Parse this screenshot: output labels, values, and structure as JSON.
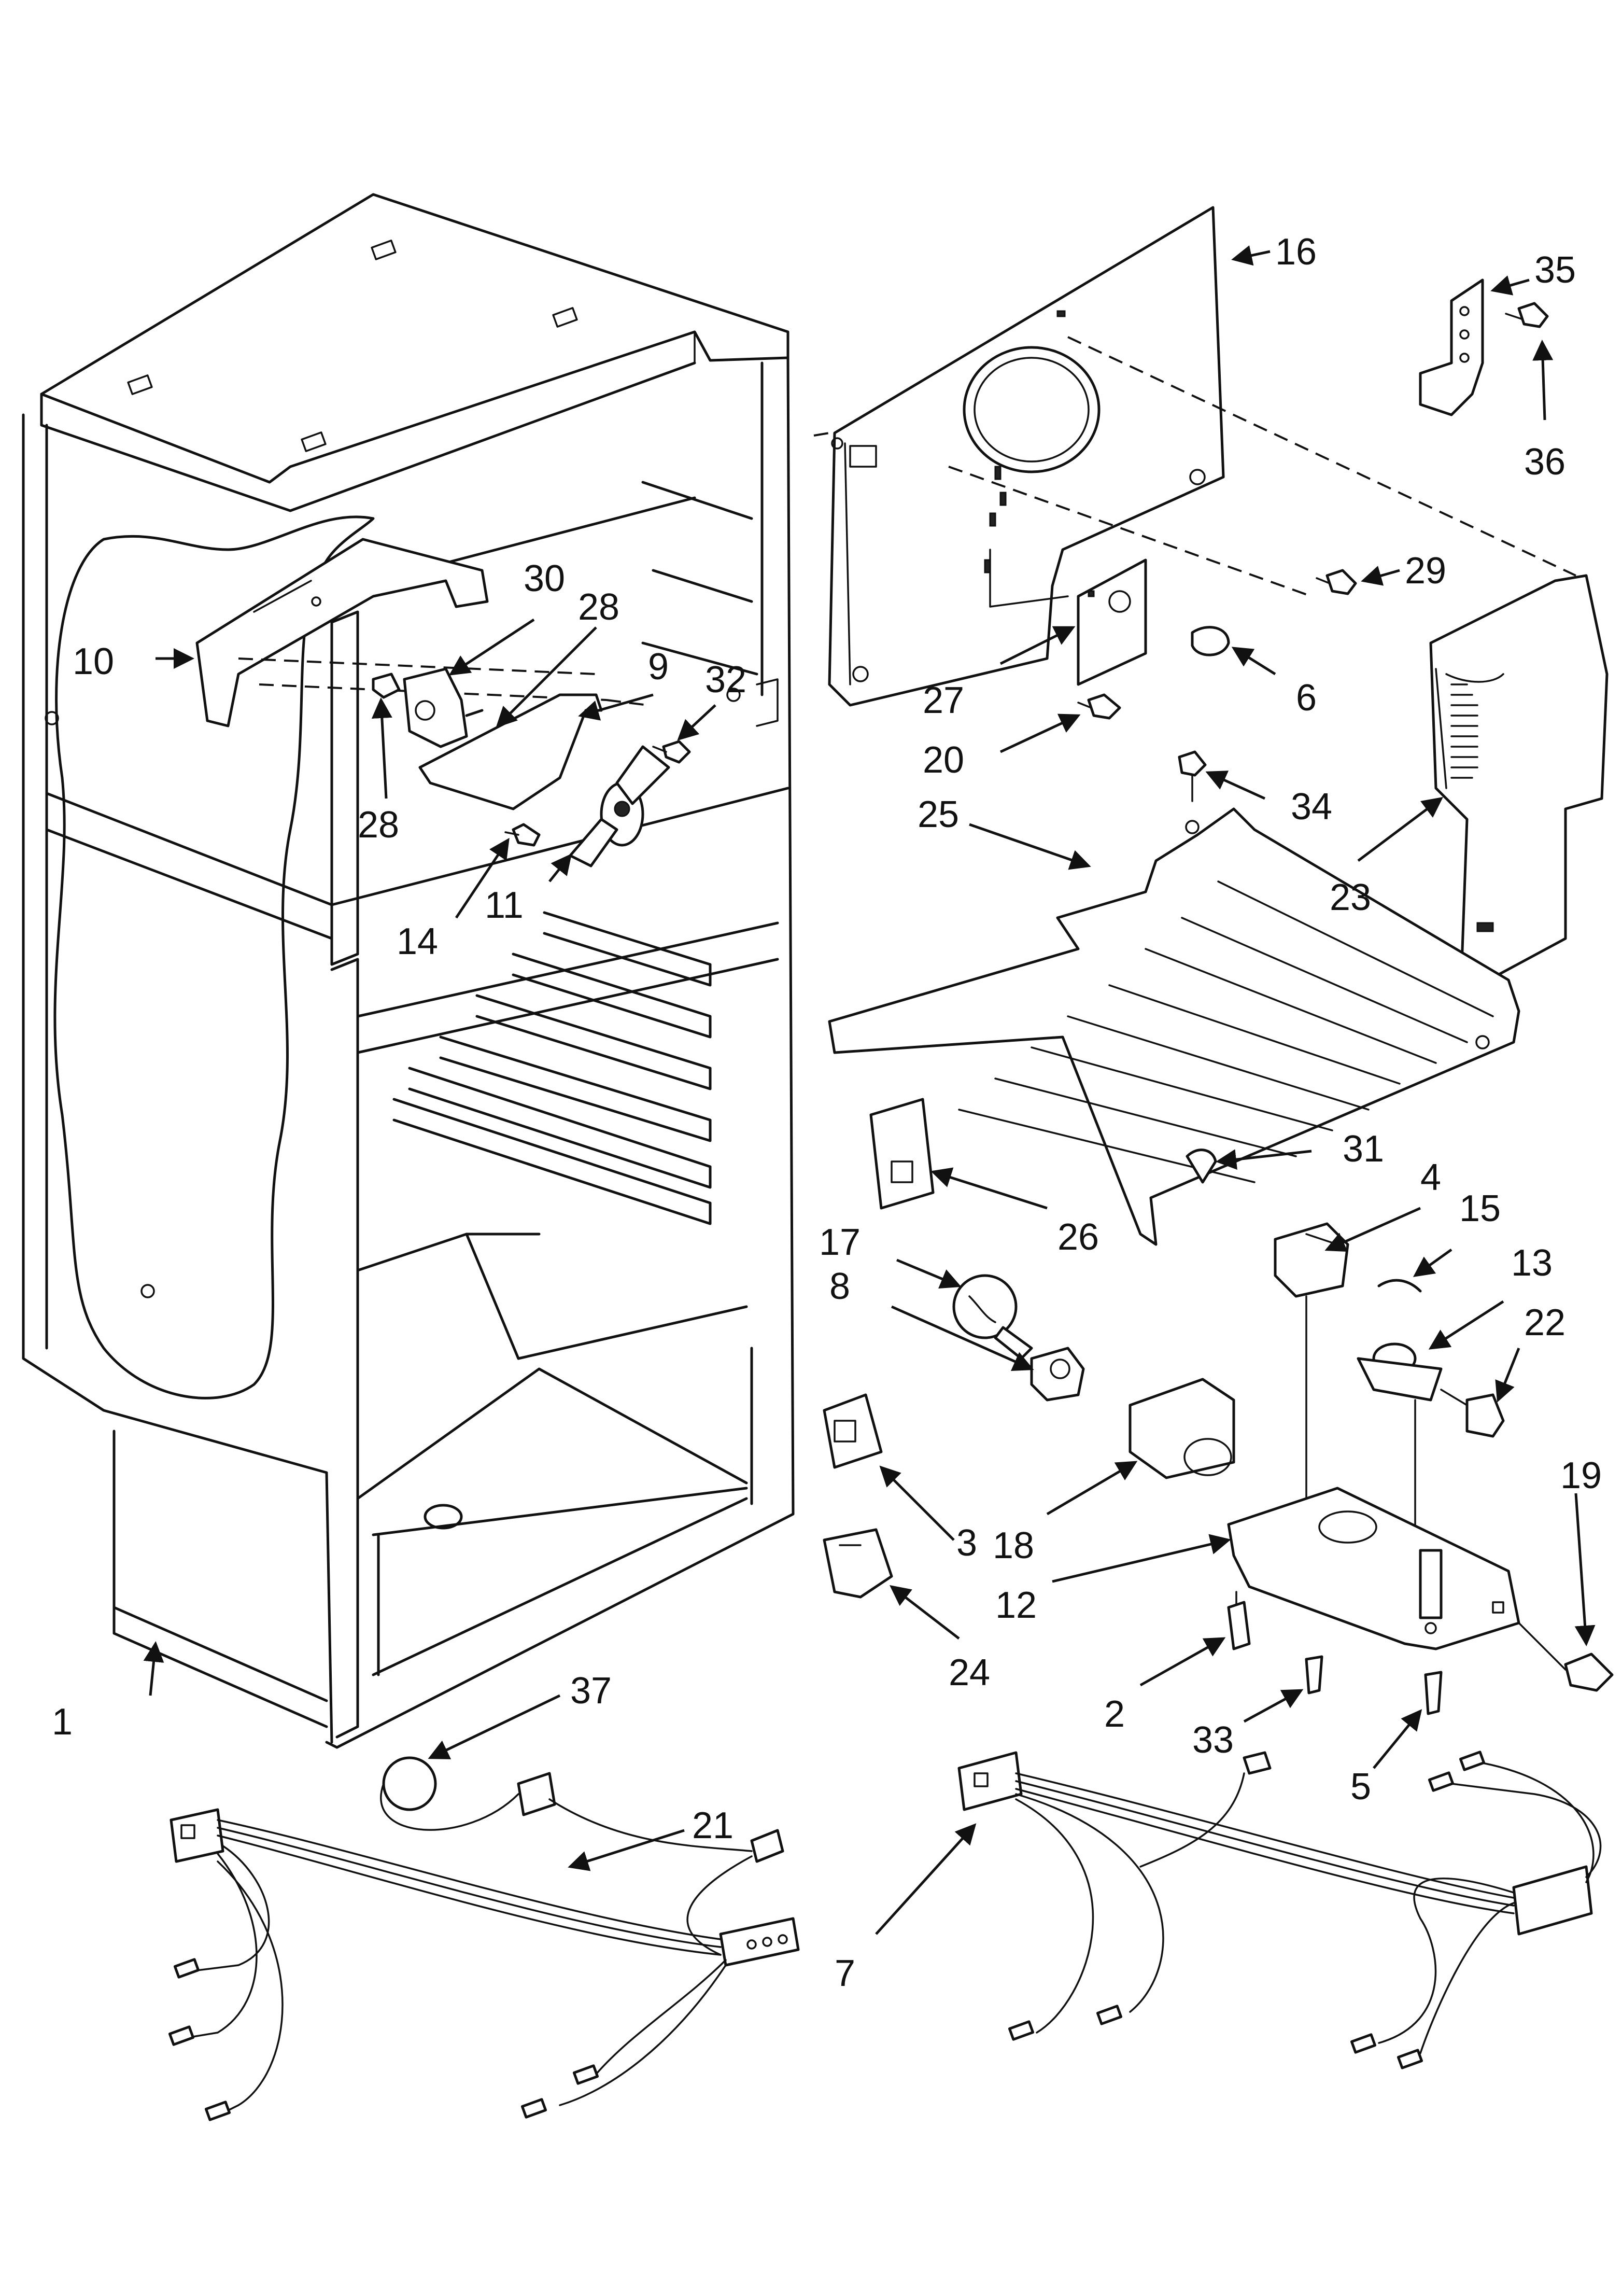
{
  "diagram": {
    "callouts": [
      {
        "id": "1",
        "text": "1"
      },
      {
        "id": "2",
        "text": "2"
      },
      {
        "id": "3",
        "text": "3"
      },
      {
        "id": "4",
        "text": "4"
      },
      {
        "id": "5",
        "text": "5"
      },
      {
        "id": "6",
        "text": "6"
      },
      {
        "id": "7",
        "text": "7"
      },
      {
        "id": "8",
        "text": "8"
      },
      {
        "id": "9",
        "text": "9"
      },
      {
        "id": "10",
        "text": "10"
      },
      {
        "id": "11",
        "text": "11"
      },
      {
        "id": "12",
        "text": "12"
      },
      {
        "id": "13",
        "text": "13"
      },
      {
        "id": "14",
        "text": "14"
      },
      {
        "id": "15",
        "text": "15"
      },
      {
        "id": "16",
        "text": "16"
      },
      {
        "id": "17",
        "text": "17"
      },
      {
        "id": "18",
        "text": "18"
      },
      {
        "id": "19",
        "text": "19"
      },
      {
        "id": "20",
        "text": "20"
      },
      {
        "id": "21",
        "text": "21"
      },
      {
        "id": "22",
        "text": "22"
      },
      {
        "id": "23",
        "text": "23"
      },
      {
        "id": "24",
        "text": "24"
      },
      {
        "id": "25",
        "text": "25"
      },
      {
        "id": "26",
        "text": "26"
      },
      {
        "id": "27",
        "text": "27"
      },
      {
        "id": "28a",
        "text": "28"
      },
      {
        "id": "28b",
        "text": "28"
      },
      {
        "id": "29",
        "text": "29"
      },
      {
        "id": "30",
        "text": "30"
      },
      {
        "id": "31",
        "text": "31"
      },
      {
        "id": "32",
        "text": "32"
      },
      {
        "id": "33",
        "text": "33"
      },
      {
        "id": "34",
        "text": "34"
      },
      {
        "id": "35",
        "text": "35"
      },
      {
        "id": "36",
        "text": "36"
      },
      {
        "id": "37",
        "text": "37"
      }
    ]
  }
}
